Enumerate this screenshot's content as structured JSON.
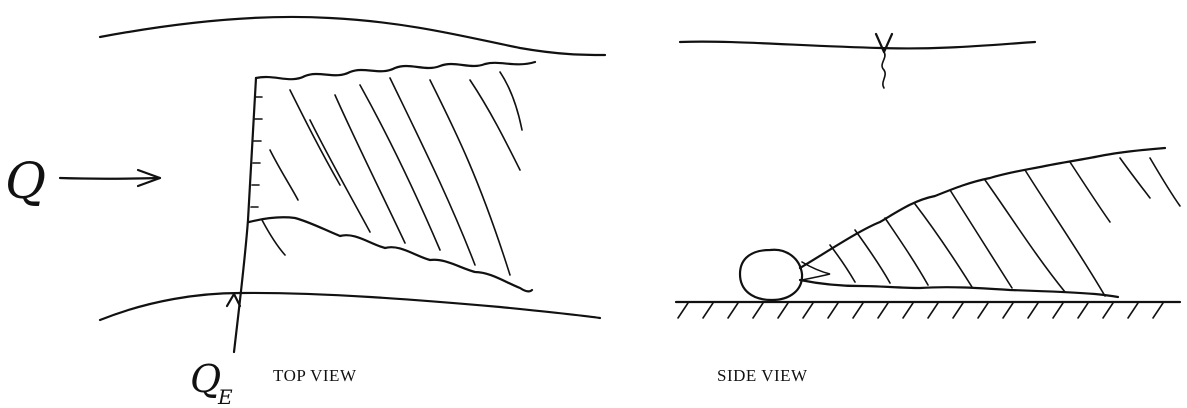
{
  "figure": {
    "top_view": {
      "caption": "TOP VIEW",
      "flow_label": "Q",
      "effluent_label": "Q",
      "effluent_subscript": "E"
    },
    "side_view": {
      "caption": "SIDE VIEW"
    }
  }
}
